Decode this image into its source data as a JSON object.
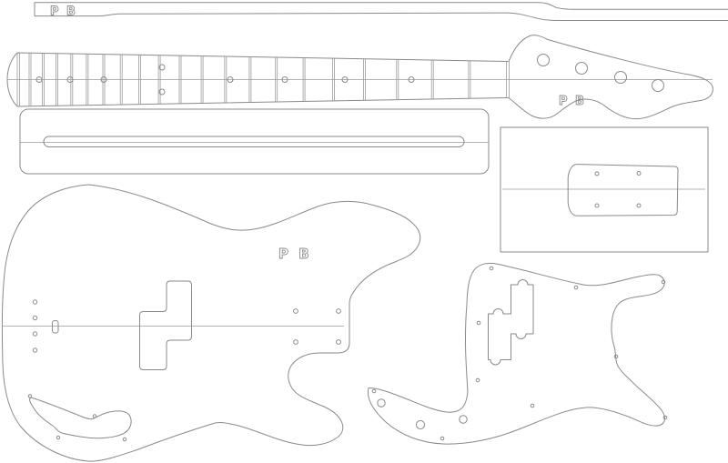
{
  "canvas": {
    "background": "#ffffff",
    "line_color": "#8a8a8a",
    "fret_line_color": "#9a9a9a"
  },
  "labels": {
    "side_profile": "P B",
    "headstock": "P B",
    "body": "P B"
  },
  "parts": [
    "neck-side-profile-template",
    "neck-fretboard-template",
    "fretboard-blank-template",
    "pickup-routing-template",
    "body-template",
    "pickguard-template"
  ]
}
